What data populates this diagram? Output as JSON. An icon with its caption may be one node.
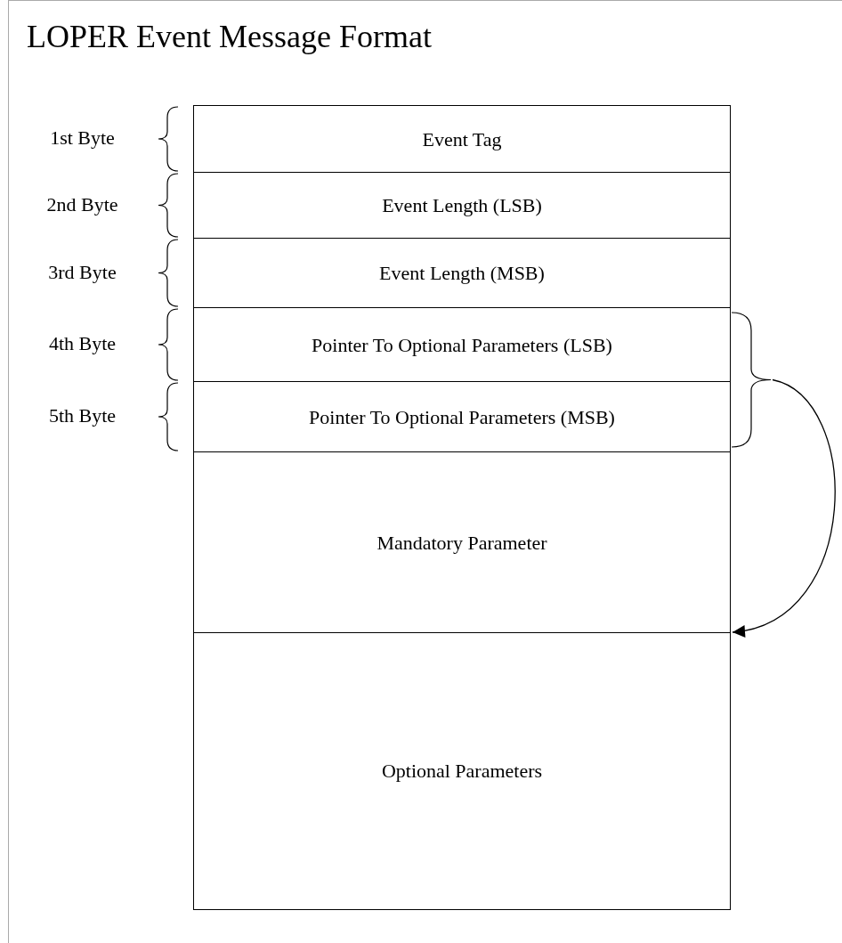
{
  "diagram": {
    "title": "LOPER Event Message Format",
    "nodes": [
      {
        "text": [
          "Event Tag"
        ]
      },
      {
        "text": [
          "Event Length (LSB)"
        ]
      },
      {
        "text": [
          "Event Length (MSB)"
        ]
      },
      {
        "text": [
          "Pointer To Optional Parameters (LSB)"
        ]
      },
      {
        "text": [
          "Pointer To Optional Parameters (MSB)"
        ]
      },
      {
        "text": [
          "Mandatory Parameter"
        ]
      },
      {
        "text": [
          "Optional Parameters"
        ]
      }
    ],
    "edges": [
      {
        "from": 3,
        "to": 6,
        "arrow": "to"
      },
      {
        "from": 4,
        "to": 6,
        "arrow": "to"
      }
    ],
    "labels": [
      "1st Byte",
      "2nd Byte",
      "3rd Byte",
      "4th Byte",
      "5th Byte"
    ]
  }
}
